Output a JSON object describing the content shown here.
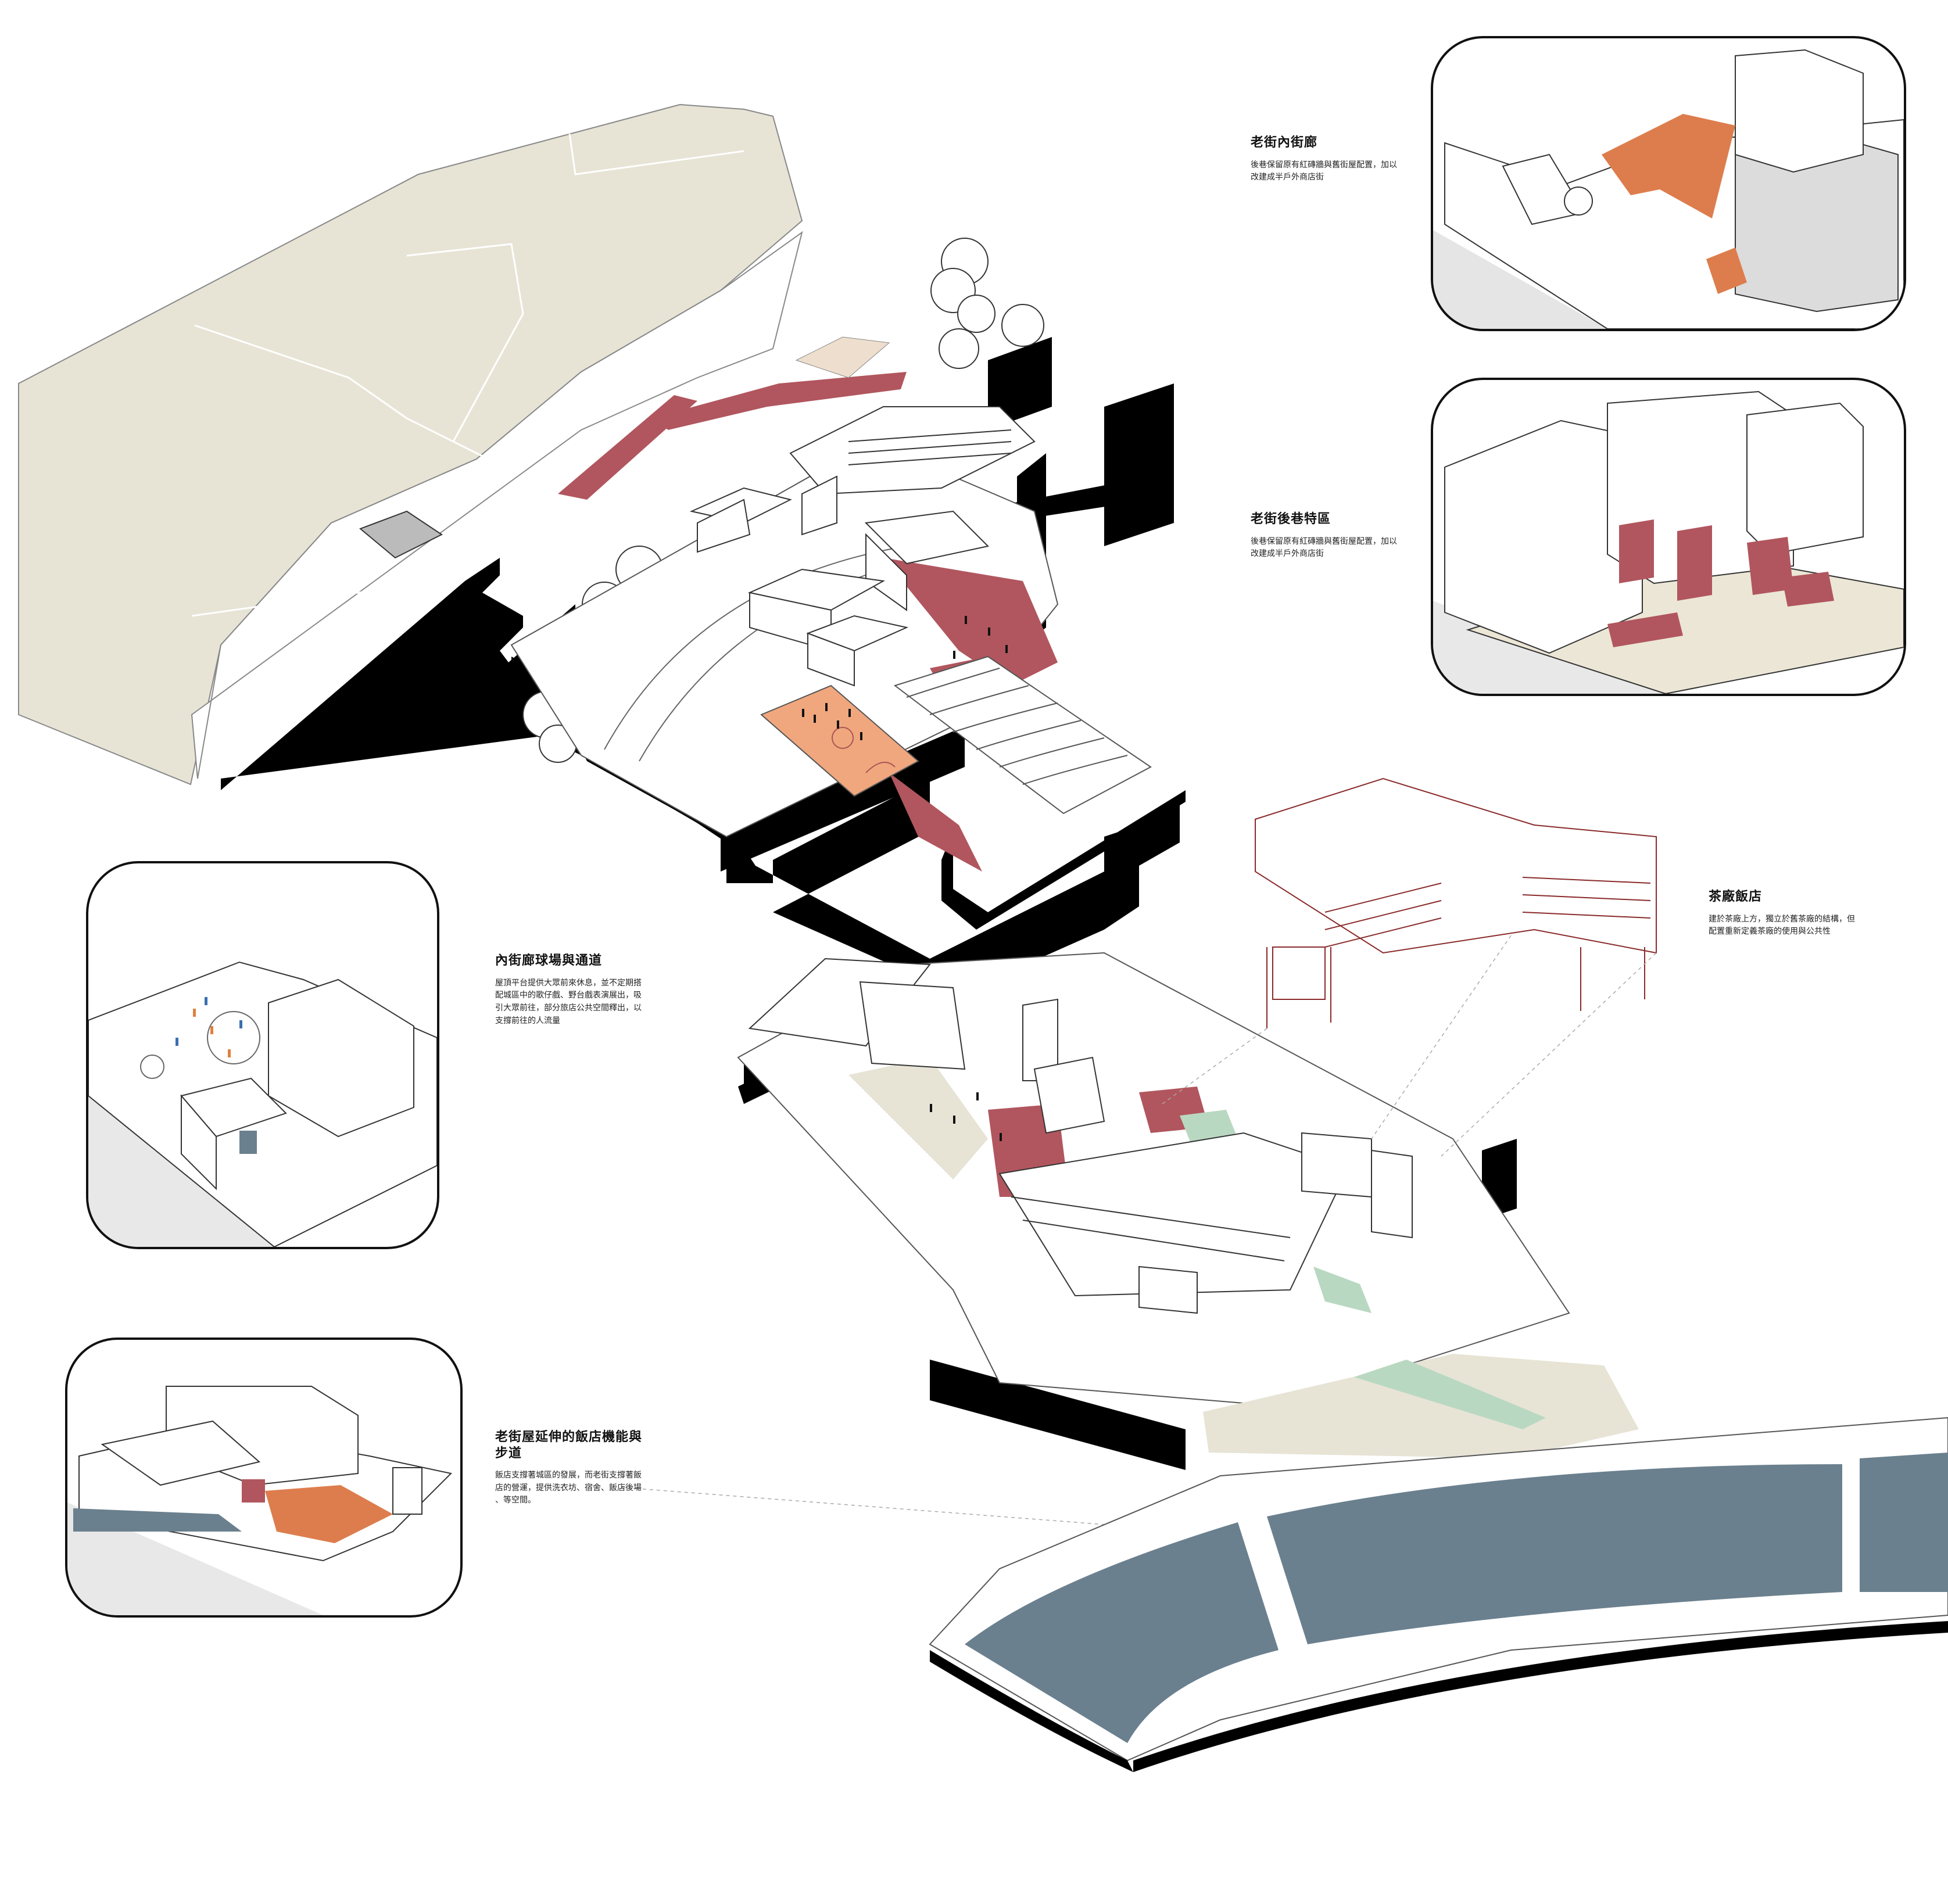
{
  "colors": {
    "ground": "#e7e4d6",
    "brick_red": "#b1565e",
    "court_orange": "#f0a77e",
    "terrace_orange": "#dd7d4d",
    "water": "#6b808e",
    "green": "#b9d8c1",
    "mass_black": "#000000",
    "line": "#555555"
  },
  "annotations": {
    "old_street_corridor": {
      "title": "老街內街廊",
      "description": "後巷保留原有紅磚牆與舊街屋配置，加以\n改建成半戶外商店街"
    },
    "back_alley_district": {
      "title": "老街後巷特區",
      "description": "後巷保留原有紅磚牆與舊街屋配置，加以\n改建成半戶外商店街"
    },
    "tea_factory_hotel": {
      "title": "茶廠飯店",
      "description": "建於茶廠上方，獨立於舊茶廠的結構，但\n配置重新定義茶廠的使用與公共性"
    },
    "inner_court_passage": {
      "title": "內街廊球場與通道",
      "description": "屋頂平台提供大眾前來休息，並不定期搭\n配城區中的歌仔戲、野台戲表演展出，吸\n引大眾前往，部分旅店公共空間釋出，以\n支撐前往的人流量"
    },
    "old_house_extension": {
      "title": "老街屋延伸的飯店機能與\n步道",
      "description": "飯店支撐著城區的發展，而老街支撐著飯\n店的營運，提供洗衣坊、宿舍、飯店後場\n、等空間。"
    }
  }
}
